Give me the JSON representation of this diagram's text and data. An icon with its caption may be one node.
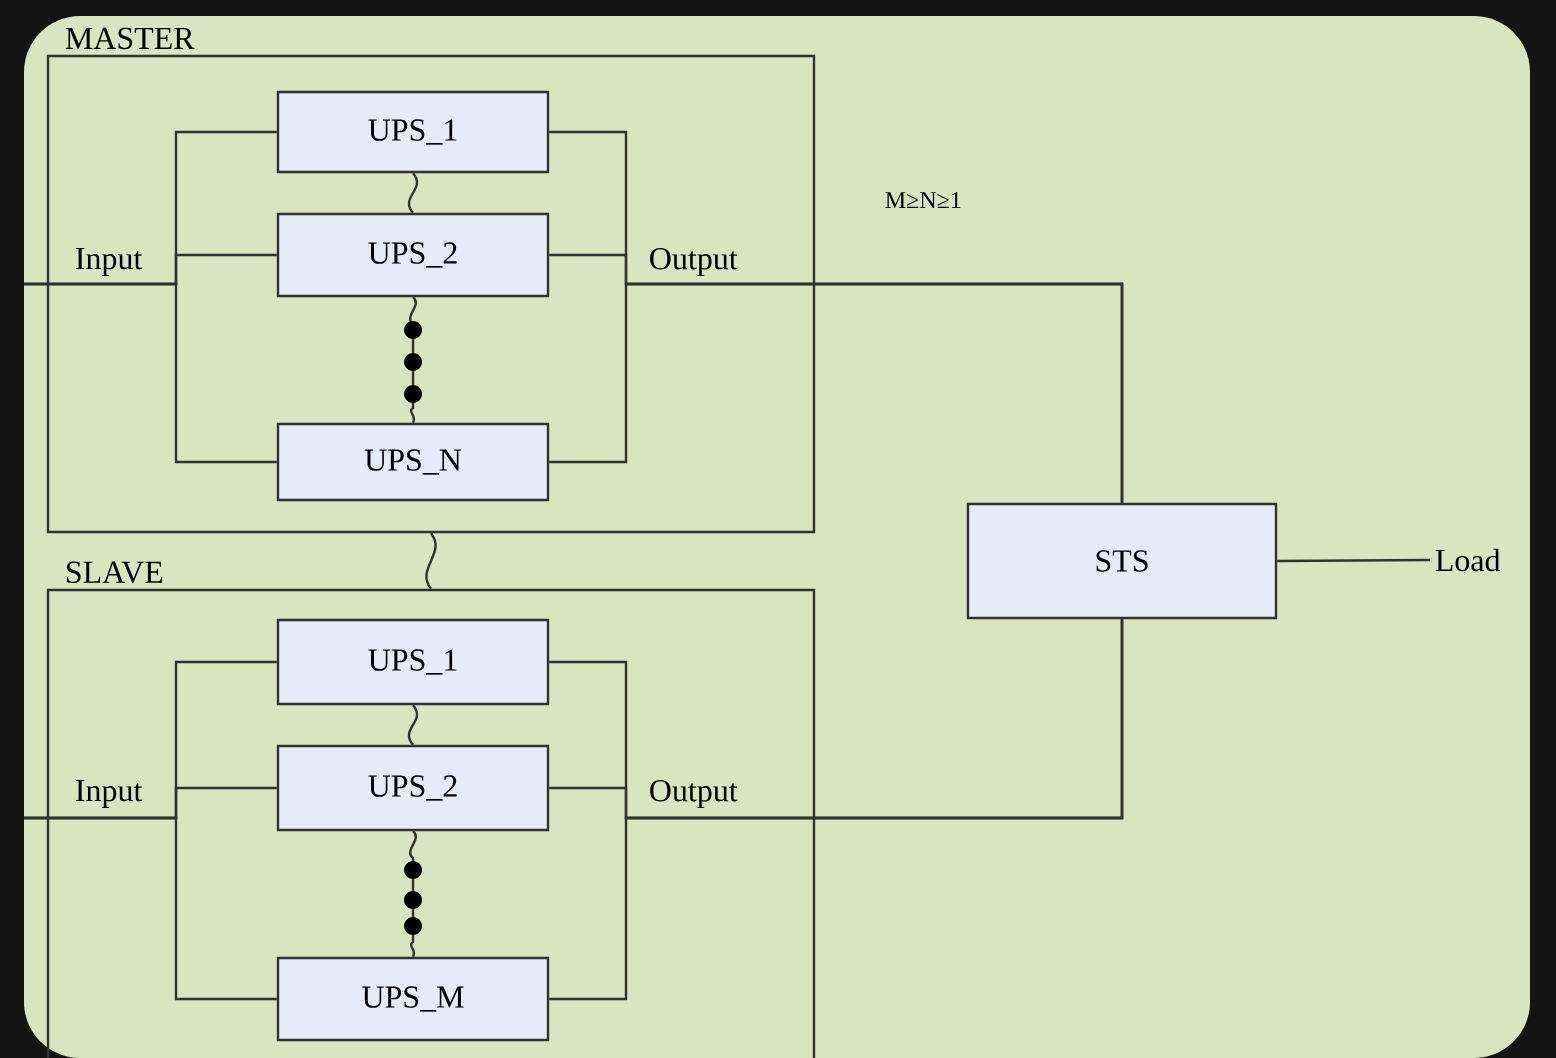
{
  "diagram": {
    "nodes": [
      {
        "text": [
          "MASTER"
        ]
      },
      {
        "text": [
          "UPS_1"
        ],
        "in": 0
      },
      {
        "text": [
          "UPS_2"
        ],
        "in": 0
      },
      {
        "text": [
          "UPS_N"
        ],
        "in": 0
      },
      {
        "text": [
          "SLAVE"
        ]
      },
      {
        "text": [
          "UPS_1"
        ],
        "in": 4
      },
      {
        "text": [
          "UPS_2"
        ],
        "in": 4
      },
      {
        "text": [
          "UPS_M"
        ],
        "in": 4
      },
      {
        "text": [
          "STS"
        ]
      },
      {
        "text": [
          "Load"
        ]
      }
    ],
    "edges": [
      {
        "from": null,
        "to": 1,
        "arrow": "none"
      },
      {
        "from": null,
        "to": 2,
        "arrow": "none"
      },
      {
        "from": null,
        "to": 3,
        "arrow": "none"
      },
      {
        "from": 1,
        "to": 8,
        "arrow": "none"
      },
      {
        "from": 2,
        "to": 8,
        "arrow": "none"
      },
      {
        "from": 3,
        "to": 8,
        "arrow": "none"
      },
      {
        "from": 1,
        "to": 2,
        "arrow": "none"
      },
      {
        "from": 2,
        "to": 3,
        "arrow": "none"
      },
      {
        "from": 0,
        "to": 4,
        "arrow": "none"
      },
      {
        "from": null,
        "to": 5,
        "arrow": "none"
      },
      {
        "from": null,
        "to": 6,
        "arrow": "none"
      },
      {
        "from": null,
        "to": 7,
        "arrow": "none"
      },
      {
        "from": 5,
        "to": 8,
        "arrow": "none"
      },
      {
        "from": 6,
        "to": 8,
        "arrow": "none"
      },
      {
        "from": 7,
        "to": 8,
        "arrow": "none"
      },
      {
        "from": 5,
        "to": 6,
        "arrow": "none"
      },
      {
        "from": 6,
        "to": 7,
        "arrow": "none"
      },
      {
        "from": 8,
        "to": 9,
        "arrow": "none"
      }
    ],
    "labels": [
      "M≥N≥1",
      "Input",
      "Output",
      "Input",
      "Output"
    ]
  }
}
